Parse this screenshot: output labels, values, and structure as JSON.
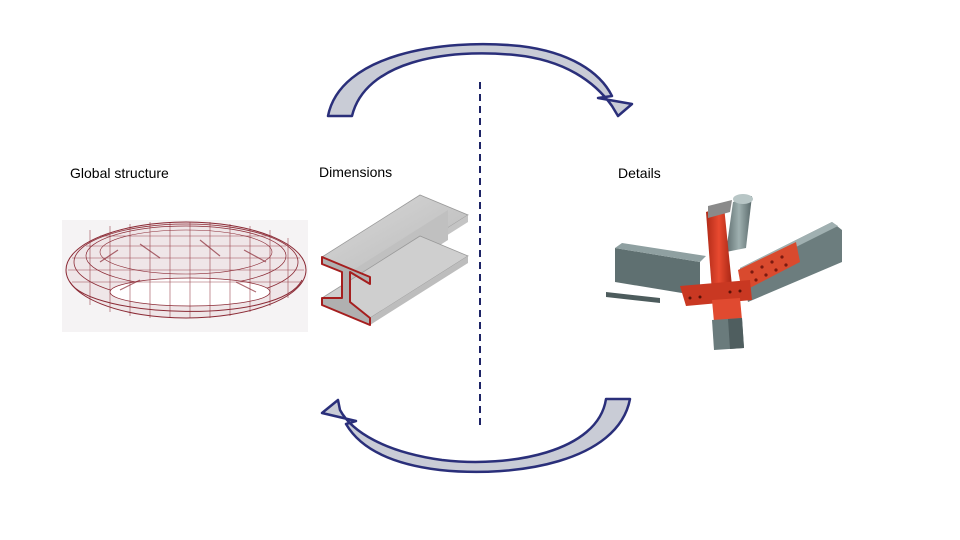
{
  "labels": {
    "global_structure": "Global structure",
    "dimensions": "Dimensions",
    "details": "Details"
  },
  "colors": {
    "arrow_outline": "#2a2f7a",
    "arrow_fill": "#c9ccd6",
    "divider": "#1d2466",
    "steel_red": "#d73a25",
    "steel_gray": "#6e7f80",
    "beam_gray": "#bdbdbd",
    "wireframe": "#8b2a35"
  },
  "icons": {
    "global": "stadium-wireframe-image",
    "dimensions": "i-beam-image",
    "details": "steel-joint-image"
  }
}
